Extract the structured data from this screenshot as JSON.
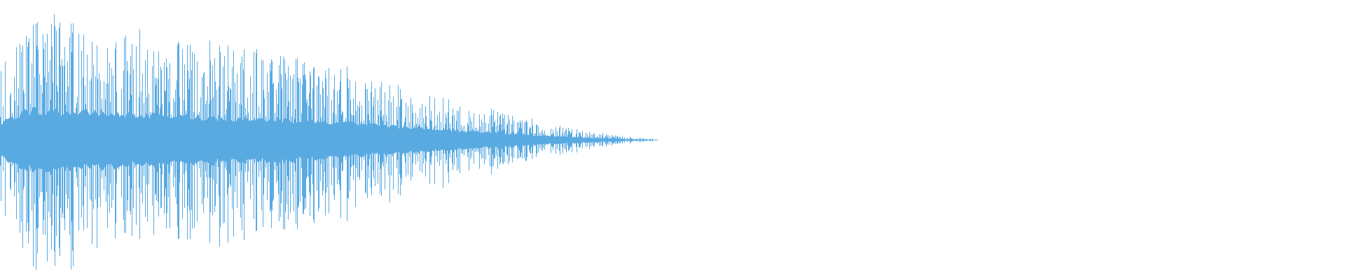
{
  "waveform": {
    "color": "#5aaae2",
    "background": "#ffffff",
    "active_fraction": 0.485,
    "envelope": {
      "peak": 0.97,
      "mid": 0.6,
      "end": 0.01
    },
    "density": "dense"
  }
}
